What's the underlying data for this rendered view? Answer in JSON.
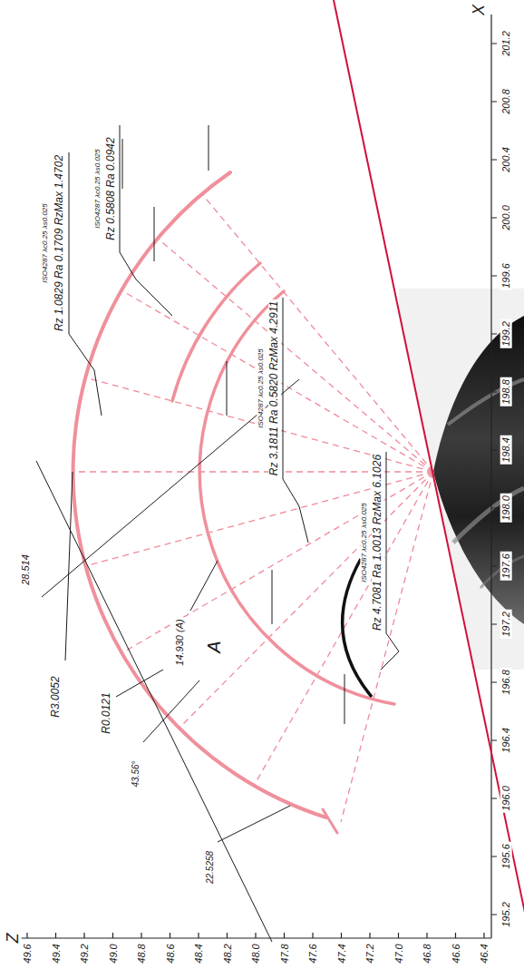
{
  "diagram": {
    "labels": [
      "Z",
      "X",
      "49.6",
      "49.4",
      "49.2",
      "49.0",
      "48.8",
      "48.6",
      "48.4",
      "48.2",
      "48.0",
      "47.8",
      "47.6",
      "47.4",
      "47.2",
      "47.0",
      "46.8",
      "46.6",
      "46.4",
      "195.2",
      "195.6",
      "196.0",
      "196.4",
      "196.8",
      "197.2",
      "197.6",
      "198.0",
      "198.4",
      "198.8",
      "199.2",
      "199.6",
      "200.0",
      "200.4",
      "200.8",
      "201.2",
      "A",
      "28.514",
      "R3.0052",
      "14.930 (A)",
      "R0.0121",
      "43.56°",
      "22.5258",
      "ISO4287 λc0.25 λs0.025",
      "Rz 1.0829 Ra 0.1709 RzMax 1.4702",
      "ISO4287 λc0.25 λs0.025",
      "Rz 0.5808 Ra 0.0942",
      "ISO4287 λc0.25 λs0.025",
      "Rz 3.1811 Ra 0.5820 RzMax 4.2911",
      "ISO4287 λc0.25 λs0.025",
      "Rz 4.7081 Ra 1.0013 RzMax 6.1026"
    ]
  }
}
